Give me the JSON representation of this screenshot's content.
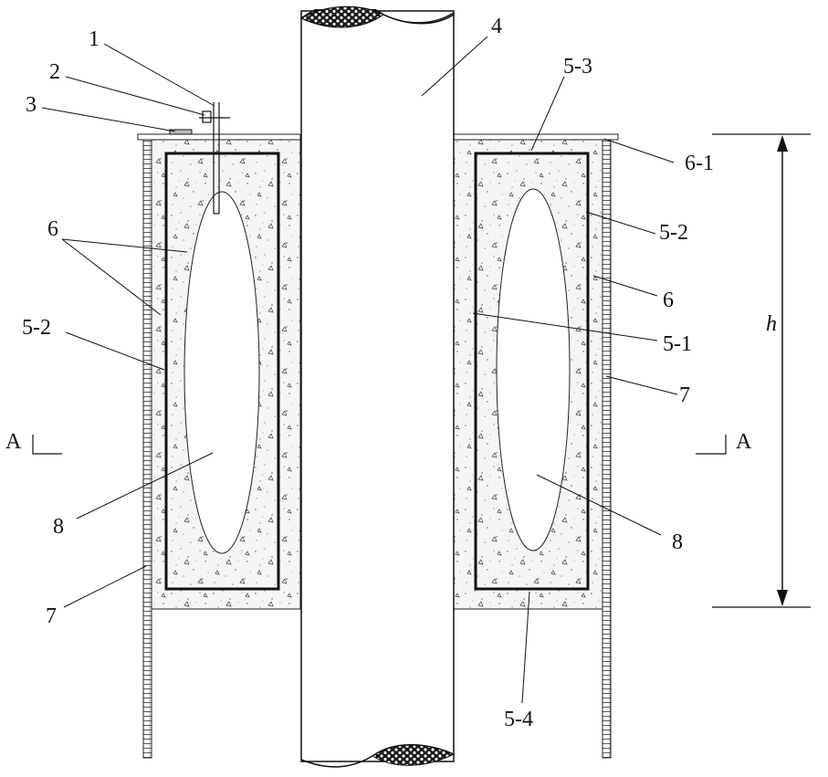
{
  "labels": {
    "l1": "1",
    "l2": "2",
    "l3": "3",
    "l4": "4",
    "l5_3": "5-3",
    "l6_1": "6-1",
    "l6_left": "6",
    "l5_2_right": "5-2",
    "l6_right": "6",
    "l5_2_left": "5-2",
    "l5_1": "5-1",
    "l7_right": "7",
    "l7_left": "7",
    "l8_left": "8",
    "l8_right": "8",
    "l5_4": "5-4",
    "h": "h",
    "sectionA_left": "A",
    "sectionA_right": "A"
  },
  "colors": {
    "line": "#111111",
    "concrete": "#f4f4f4",
    "speckle": "#555555",
    "pile_fill": "#ffffff",
    "break_fill": "#1a1a1a"
  }
}
